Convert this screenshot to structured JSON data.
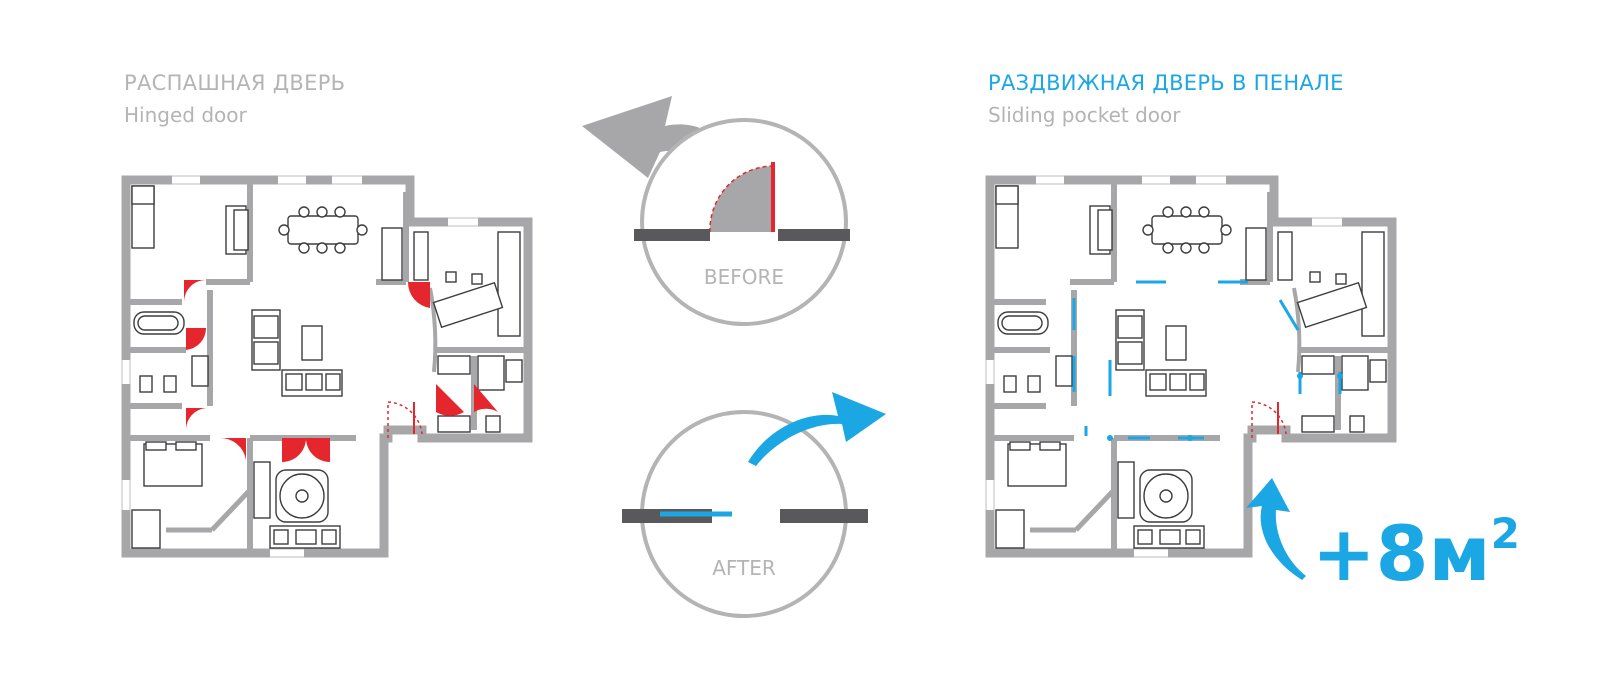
{
  "left": {
    "title": "РАСПАШНАЯ ДВЕРЬ",
    "subtitle": "Hinged door"
  },
  "right": {
    "title": "РАЗДВИЖНАЯ ДВЕРЬ В ПЕНАЛЕ",
    "subtitle": "Sliding pocket door"
  },
  "before_label": "BEFORE",
  "after_label": "AFTER",
  "gain": {
    "prefix": "+8м",
    "superscript": "2"
  },
  "colors": {
    "wall": "#a7a7a9",
    "text_gray": "#b4b4b4",
    "door_red": "#e5262c",
    "pocket_blue": "#1ba6e4",
    "dark_wall": "#59595b",
    "furniture": "#3d3d3d"
  }
}
